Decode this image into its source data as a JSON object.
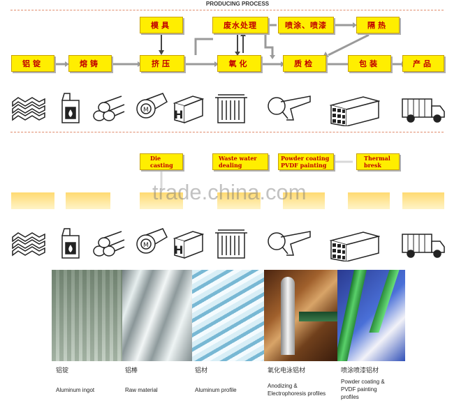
{
  "title": "PRODUCING PROCESS",
  "watermark": "trade.china.com",
  "cn_flow": {
    "main": [
      "铝锭",
      "熔铸",
      "挤压",
      "氧化",
      "质检",
      "包装",
      "产品"
    ],
    "top": [
      "模具",
      "废水处理",
      "喷涂、喷漆",
      "隔热"
    ]
  },
  "en_flow": {
    "top": [
      {
        "l1": "Die",
        "l2": "casting"
      },
      {
        "l1": "Waste water",
        "l2": "dealing"
      },
      {
        "l1": "Powder coating",
        "l2": "PVDF painting"
      },
      {
        "l1": "Thermal",
        "l2": "bresk"
      }
    ]
  },
  "icons": [
    "ingot-stack-icon",
    "furnace-icon",
    "billets-icon",
    "extrusion-die-icon",
    "profile-icon",
    "anodizing-tank-icon",
    "inspection-caliper-icon",
    "packaging-bundle-icon",
    "delivery-truck-icon"
  ],
  "photos": [
    {
      "cn": "铝锭",
      "en": [
        "Aluminum ingot"
      ],
      "colors": [
        "#8a9a8a",
        "#d4dcd4"
      ]
    },
    {
      "cn": "铝棒",
      "en": [
        "Raw material"
      ],
      "colors": [
        "#9aa6a8",
        "#e8eeee"
      ]
    },
    {
      "cn": "铝材",
      "en": [
        "Aluminum profile"
      ],
      "colors": [
        "#7ab0c8",
        "#e2f2f8"
      ]
    },
    {
      "cn": "氧化电泳铝材",
      "en": [
        "Anodizing &",
        "Electrophoresis profiles"
      ],
      "colors": [
        "#6a3818",
        "#c89060"
      ]
    },
    {
      "cn": "喷涂喷漆铝材",
      "en": [
        "Powder coating &",
        "PVDF painting",
        "profiles"
      ],
      "colors": [
        "#2a4ab0",
        "#40b050"
      ]
    }
  ]
}
